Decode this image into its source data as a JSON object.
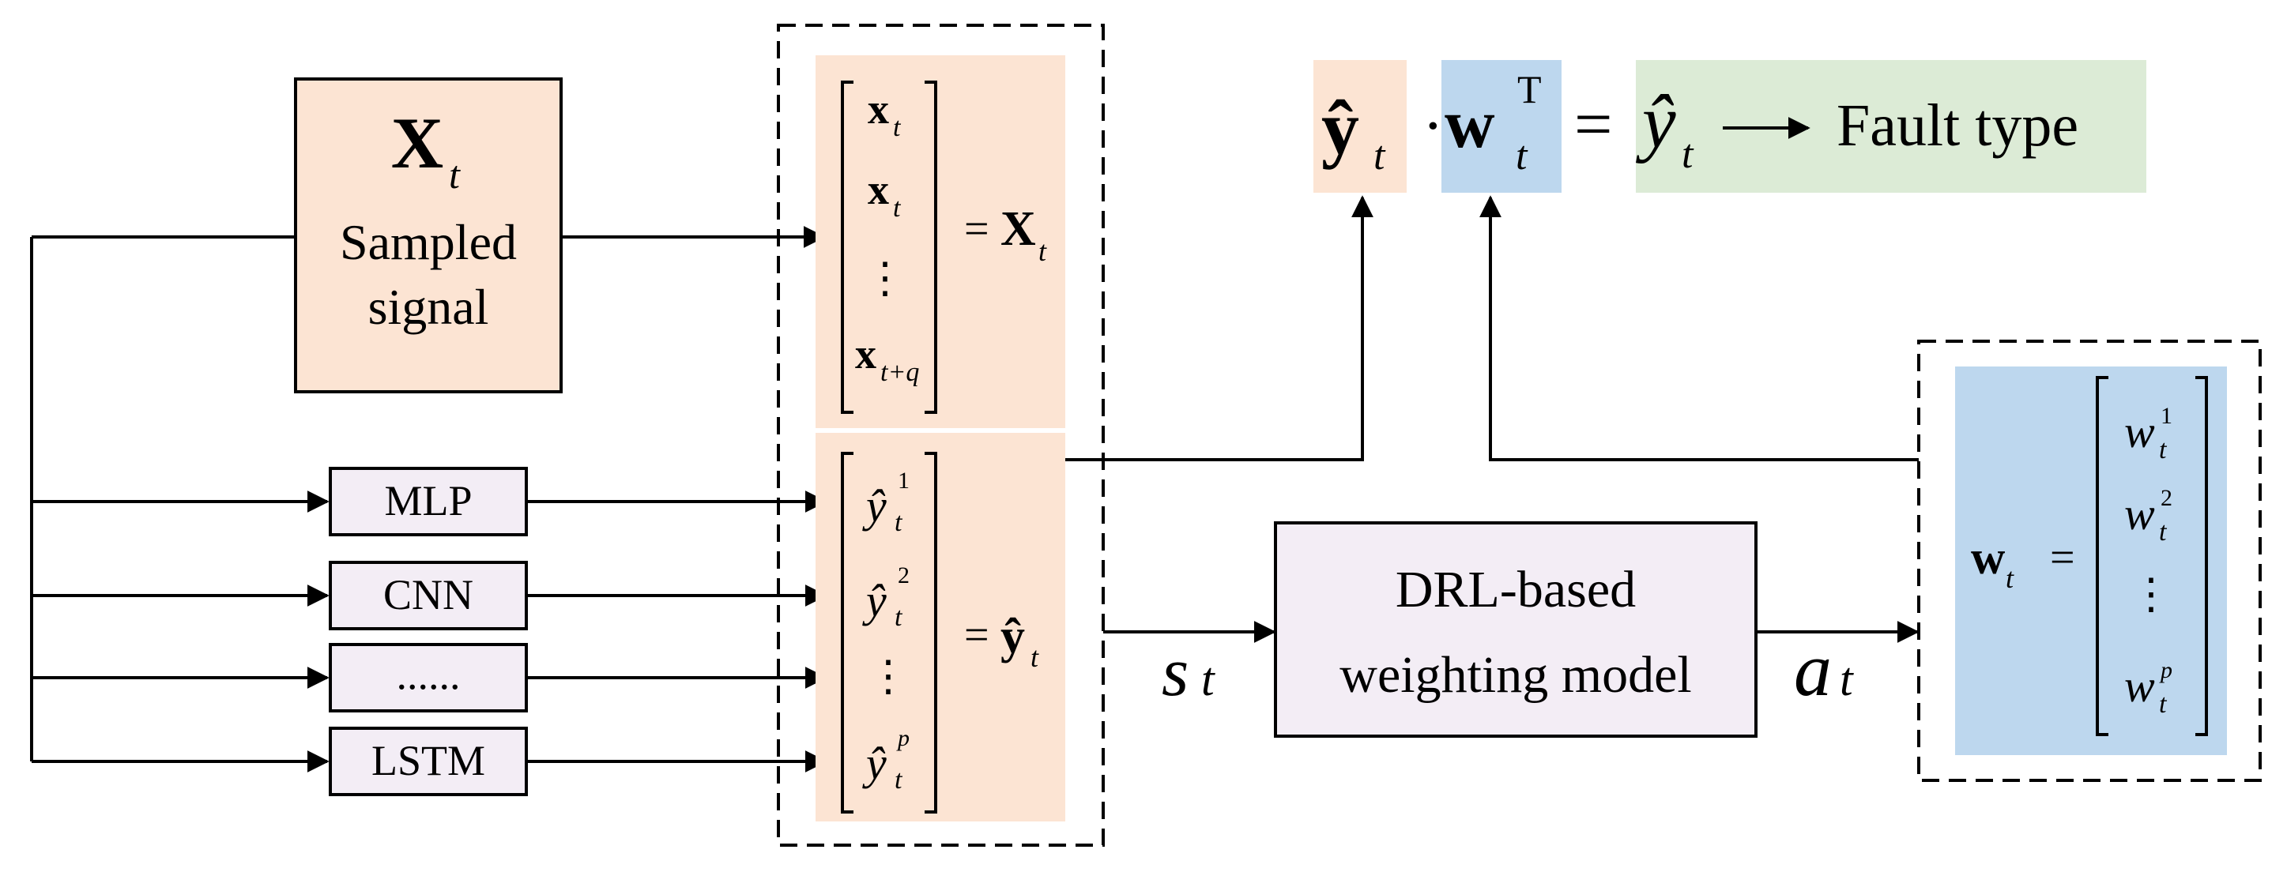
{
  "colors": {
    "peach": "#FCE4D3",
    "blue": "#BDD7EE",
    "green": "#DCEBD6",
    "lavender": "#F3EDF5",
    "stroke": "#000000"
  },
  "input": {
    "symbol": "X",
    "subscript": "t",
    "label_line1": "Sampled",
    "label_line2": "signal"
  },
  "models": [
    "MLP",
    "CNN",
    "......",
    "LSTM"
  ],
  "stack_x": {
    "rows": [
      {
        "base": "x",
        "sub": "t"
      },
      {
        "base": "x",
        "sub": "t"
      },
      {
        "base": "⋮",
        "sub": ""
      },
      {
        "base": "x",
        "sub": "t+q"
      }
    ],
    "equals": "=",
    "rhs": "X",
    "rhs_sub": "t"
  },
  "stack_y": {
    "rows": [
      {
        "base": "ŷ",
        "sub": "t",
        "sup": "1"
      },
      {
        "base": "ŷ",
        "sub": "t",
        "sup": "2"
      },
      {
        "base": "⋮",
        "sub": "",
        "sup": ""
      },
      {
        "base": "ŷ",
        "sub": "t",
        "sup": "p"
      }
    ],
    "equals": "=",
    "rhs": "ŷ",
    "rhs_sub": "t"
  },
  "drl": {
    "line1": "DRL-based",
    "line2": "weighting model",
    "state_label": "s",
    "state_sub": "t",
    "action_label": "a",
    "action_sub": "t"
  },
  "weights": {
    "lhs": "w",
    "lhs_sub": "t",
    "equals": "=",
    "rows": [
      {
        "base": "w",
        "sub": "t",
        "sup": "1"
      },
      {
        "base": "w",
        "sub": "t",
        "sup": "2"
      },
      {
        "base": "⋮",
        "sub": "",
        "sup": ""
      },
      {
        "base": "w",
        "sub": "t",
        "sup": "p"
      }
    ]
  },
  "output_equation": {
    "y_vec": "ŷ",
    "y_sub": "t",
    "dot": "·",
    "w_vec": "w",
    "w_sub": "t",
    "w_sup": "T",
    "equals": "=",
    "y_hat": "ŷ",
    "y_hat_sub": "t",
    "result": "Fault type"
  }
}
